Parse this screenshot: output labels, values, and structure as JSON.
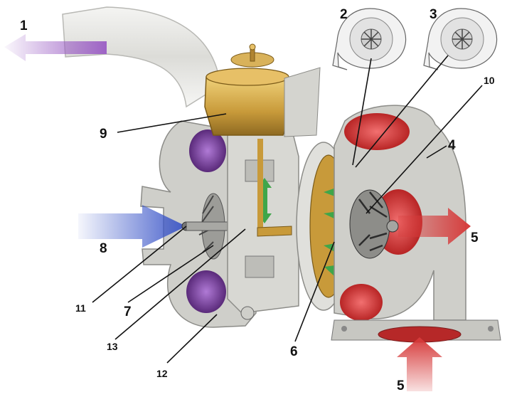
{
  "labels": {
    "l1": "1",
    "l2": "2",
    "l3": "3",
    "l4": "4",
    "l5_right": "5",
    "l5_bottom": "5",
    "l6": "6",
    "l7": "7",
    "l8": "8",
    "l9": "9",
    "l10": "10",
    "l11": "11",
    "l12": "12",
    "l13": "13"
  },
  "colors": {
    "intake_flow": "#3a55c8",
    "exhaust_flow": "#d63a3a",
    "outlet_flow": "#9a5cc4",
    "housing_metal": "#c9c9c4",
    "brass": "#c89a3a",
    "oil_arrow": "#3fa64a"
  }
}
